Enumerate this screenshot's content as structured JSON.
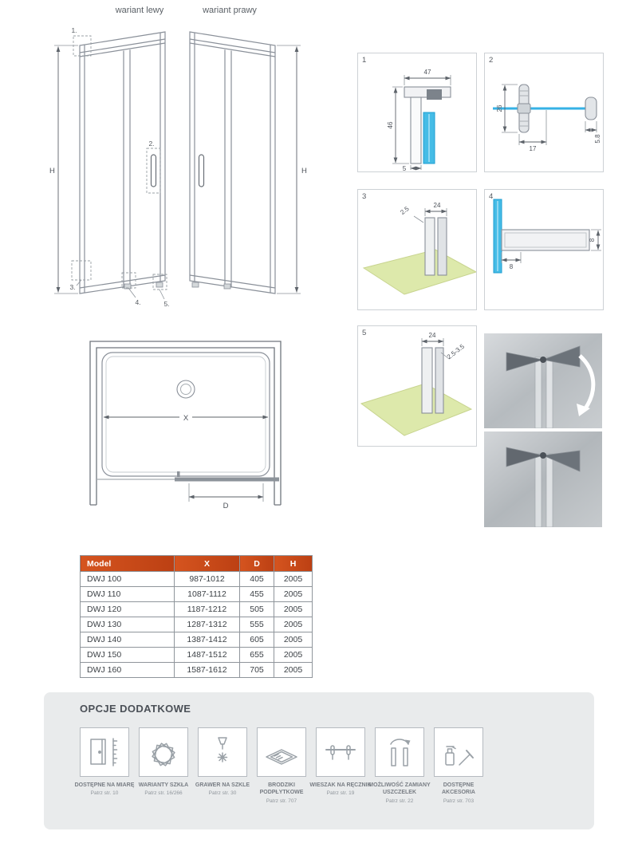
{
  "variants": {
    "left": "wariant lewy",
    "right": "wariant prawy"
  },
  "main_drawing": {
    "h_label": "H",
    "callouts": {
      "c1": "1.",
      "c2": "2.",
      "c3": "3.",
      "c4": "4.",
      "c5": "5."
    }
  },
  "top_view": {
    "x_label": "X",
    "d_label": "D"
  },
  "details": {
    "d1": {
      "num": "1",
      "dim_top": "47",
      "dim_left": "46",
      "dim_bottom": "5"
    },
    "d2": {
      "num": "2",
      "dim_left": "26",
      "dim_bottom": "17",
      "dim_right": "5.8"
    },
    "d3": {
      "num": "3",
      "dim_diag": "2.5",
      "dim_top": "24"
    },
    "d4": {
      "num": "4",
      "dim_bottom": "8",
      "dim_right": "8"
    },
    "d5": {
      "num": "5",
      "dim_top": "24",
      "dim_diag": "2.5-3.5"
    }
  },
  "table": {
    "headers": [
      "Model",
      "X",
      "D",
      "H"
    ],
    "rows": [
      [
        "DWJ 100",
        "987-1012",
        "405",
        "2005"
      ],
      [
        "DWJ 110",
        "1087-1112",
        "455",
        "2005"
      ],
      [
        "DWJ 120",
        "1187-1212",
        "505",
        "2005"
      ],
      [
        "DWJ 130",
        "1287-1312",
        "555",
        "2005"
      ],
      [
        "DWJ 140",
        "1387-1412",
        "605",
        "2005"
      ],
      [
        "DWJ 150",
        "1487-1512",
        "655",
        "2005"
      ],
      [
        "DWJ 160",
        "1587-1612",
        "705",
        "2005"
      ]
    ]
  },
  "options": {
    "title": "OPCJE DODATKOWE",
    "items": [
      {
        "icon": "door-measure-icon",
        "label": "DOSTĘPNE NA MIARĘ",
        "ref": "Patrz str. 10"
      },
      {
        "icon": "glass-variants-icon",
        "label": "WARIANTY SZKŁA",
        "ref": "Patrz str. 16/266"
      },
      {
        "icon": "glass-engraving-icon",
        "label": "GRAWER NA SZKLE",
        "ref": "Patrz str. 30"
      },
      {
        "icon": "shower-tray-icon",
        "label": "BRODZIKI PODPŁYTKOWE",
        "ref": "Patrz str. 707"
      },
      {
        "icon": "towel-hanger-icon",
        "label": "WIESZAK NA RĘCZNIK",
        "ref": "Patrz str. 19"
      },
      {
        "icon": "seal-swap-icon",
        "label": "MOŻLIWOŚĆ ZAMIANY USZCZELEK",
        "ref": "Patrz str. 22"
      },
      {
        "icon": "accessories-icon",
        "label": "DOSTĘPNE AKCESORIA",
        "ref": "Patrz str. 703"
      }
    ]
  },
  "colors": {
    "table_header_accent": "#cf4b1c",
    "glass_blue": "#45bce6",
    "floor_green": "#dde9ab"
  }
}
